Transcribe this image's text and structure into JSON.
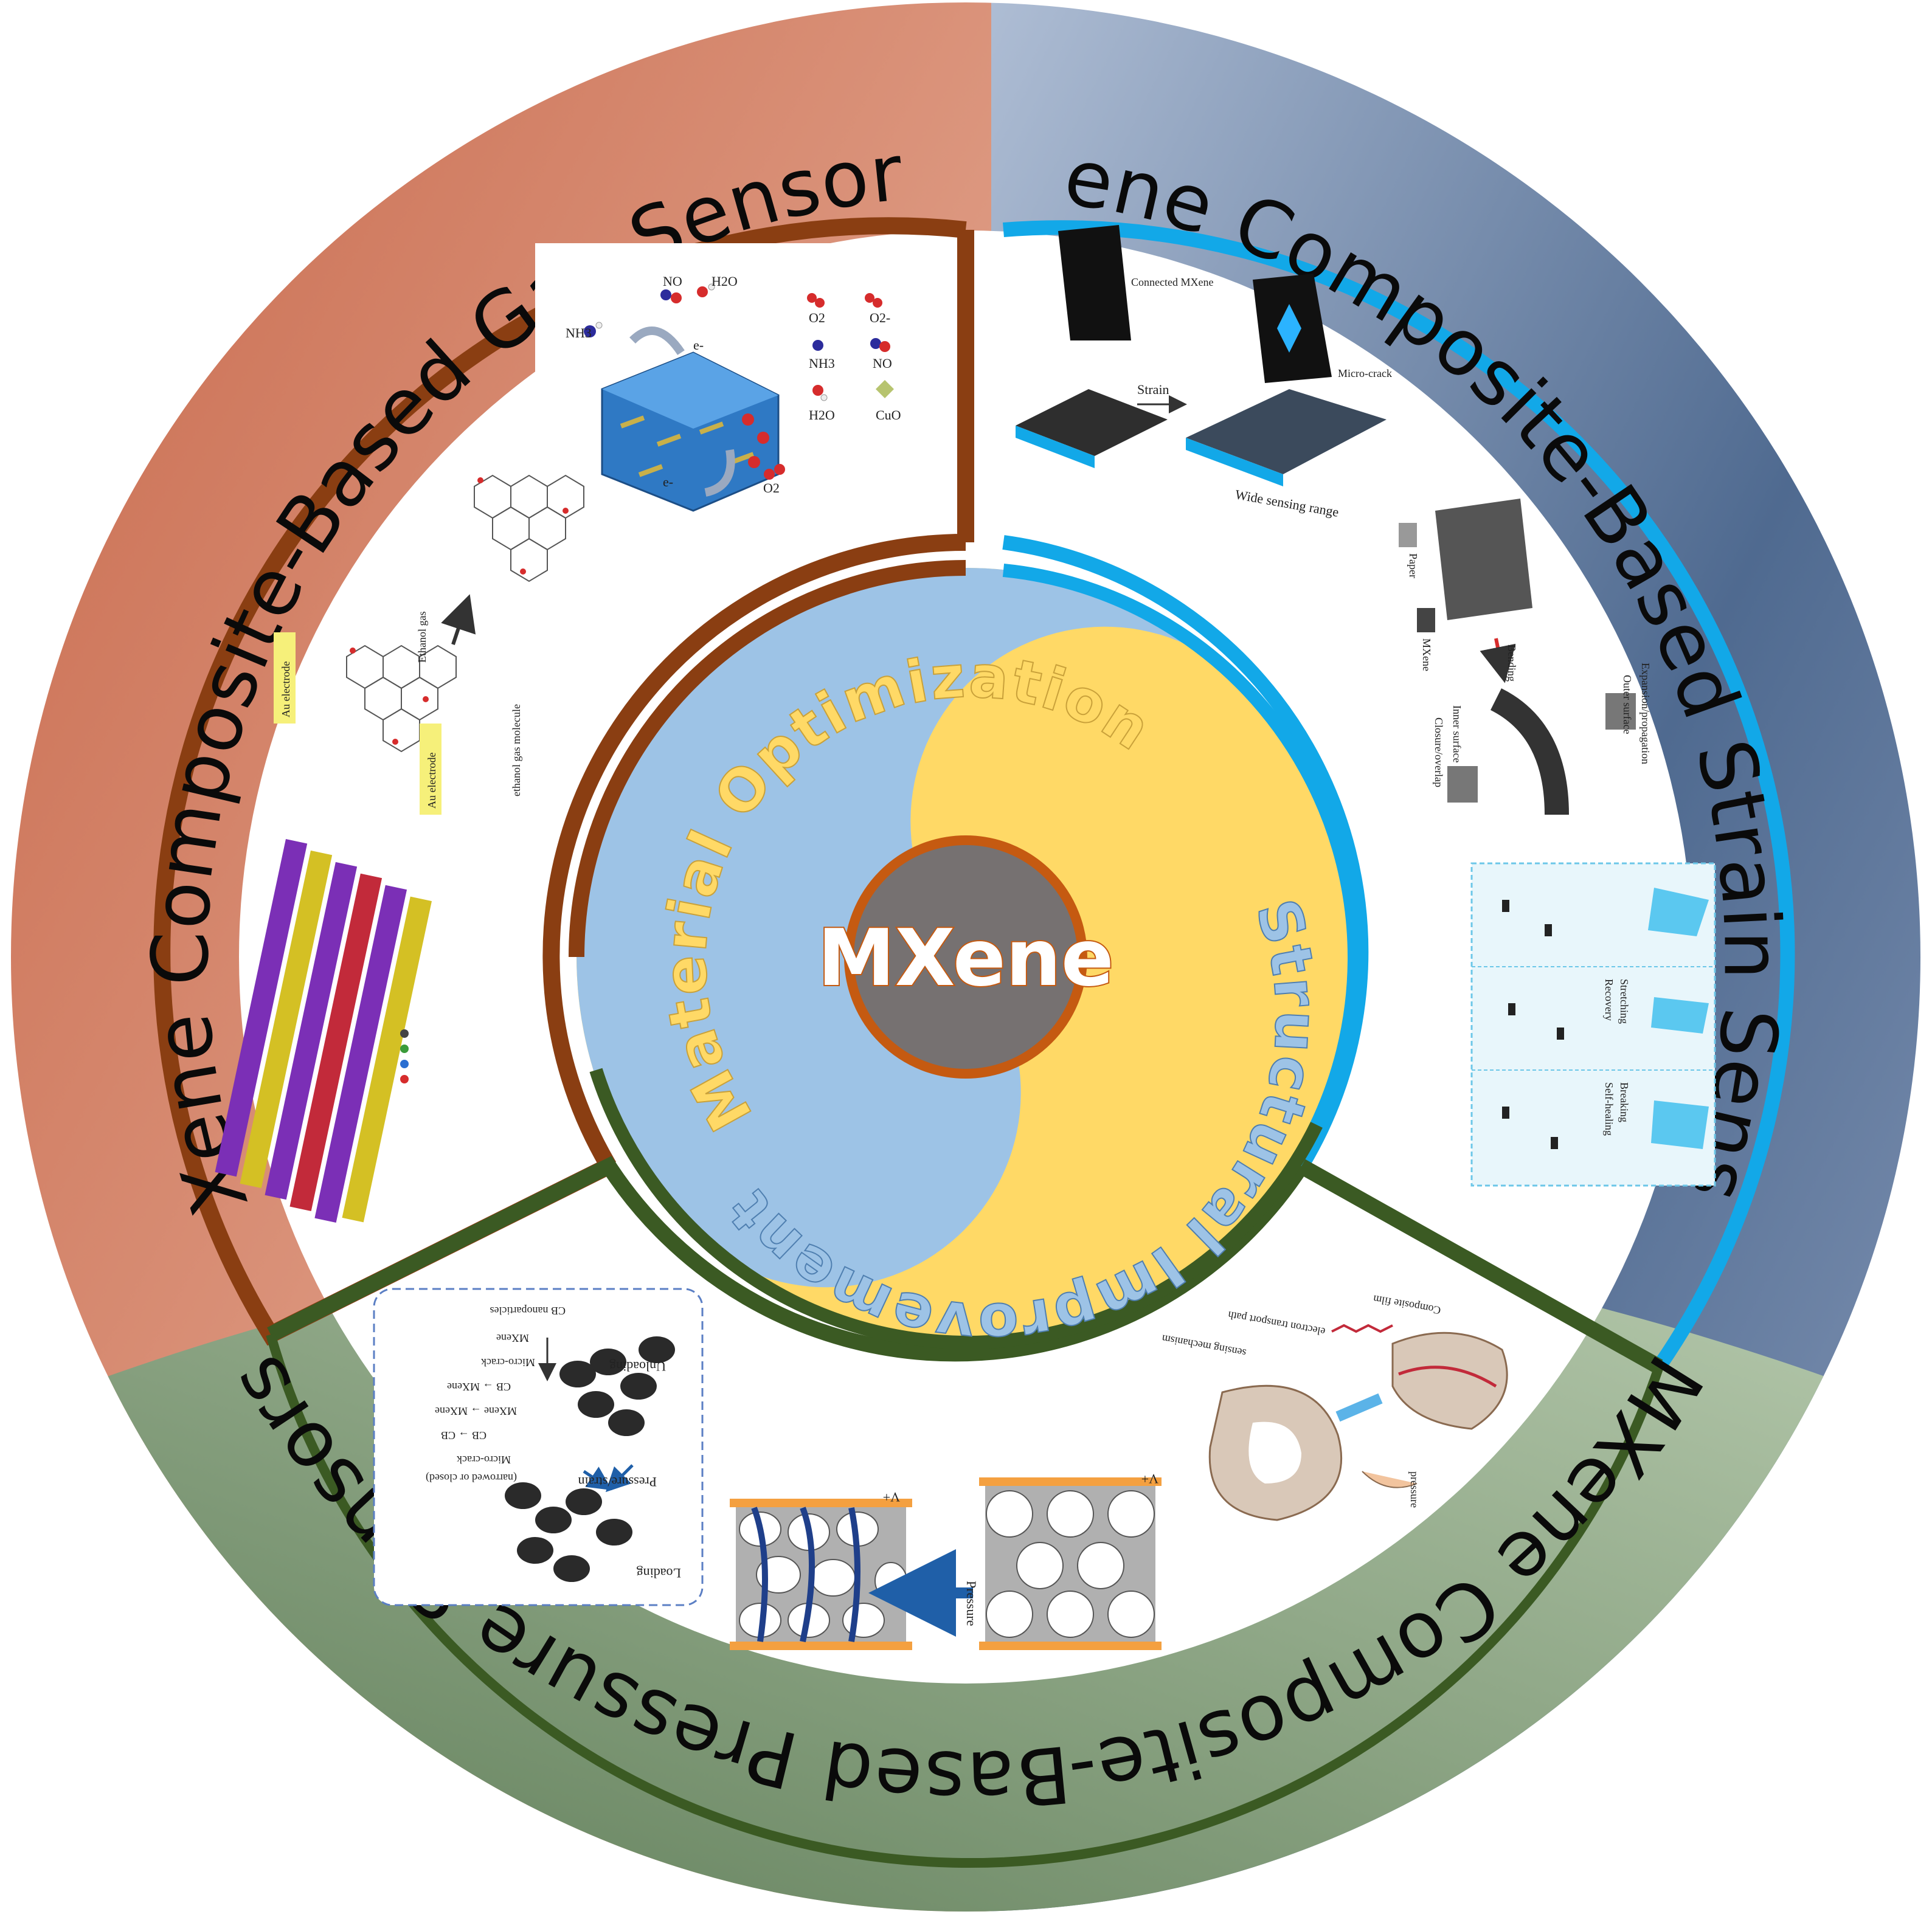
{
  "bands": {
    "gas": "MXene Composite-Based Gas Sensors",
    "strain": "MXene Composite-Based Strain Sensors",
    "pressure": "MXene Composite-Based Pressure Sensors"
  },
  "inner": {
    "material": "Material Optimization",
    "structural": "Structural Improvement",
    "center": "MXene"
  },
  "colors": {
    "gas_band": "#cf7a5e",
    "strain_band": "#5d7698",
    "pressure_band": "#6f8a69",
    "gas_divider": "#8a3e12",
    "strain_divider": "#12a8e8",
    "pressure_divider": "#3b5a23",
    "blue_lobe": "#9dc3e6",
    "yellow_lobe": "#ffd966",
    "center_fill": "#767171",
    "center_ring": "#c55a11"
  },
  "figures": {
    "gas": {
      "molecules": [
        "NO",
        "H2O",
        "NH3",
        "O2",
        "O2-",
        "NO",
        "NH3",
        "H2O",
        "CuO",
        "O2"
      ],
      "electrons": [
        "e-",
        "e-"
      ],
      "au_electrode": "Au electrode",
      "ethanol_gas": "Ethanol gas",
      "ethanol_molecule": "ethanol gas molecule"
    },
    "strain": {
      "connected": "Connected MXene",
      "strain": "Strain",
      "micro_crack": "Micro-crack",
      "wide_range": "Wide sensing range",
      "paper": "Paper",
      "mxene": "MXene",
      "bending": "Bending",
      "expansion": "Expansion/propagation",
      "outer_surface": "Outer surface",
      "inner_surface": "Inner surface",
      "closure": "Closure/overlap",
      "stretching": "Stretching",
      "recovery": "Recovery",
      "breaking": "Breaking",
      "self_healing": "Self-healing"
    },
    "pressure": {
      "unloading": "Unloading",
      "loading": "Loading",
      "pressure_strain": "Pressure/strain",
      "cb_nano": "CB nanoparticles",
      "mxene": "MXene",
      "micro_crack": "Micro-crack",
      "legend1": "CB → MXene",
      "legend2": "MXene → MXene",
      "legend3": "CB → CB",
      "micro_crack2": "Micro-crack",
      "narrowed": "(narrowed or closed)",
      "pressure": "Pressure",
      "v_plus_left": "V+",
      "v_plus_right": "V+",
      "composite": "Composite film",
      "electron": "electron transport path",
      "sensing": "sensing mechanism",
      "pressure_word": "pressure"
    }
  }
}
